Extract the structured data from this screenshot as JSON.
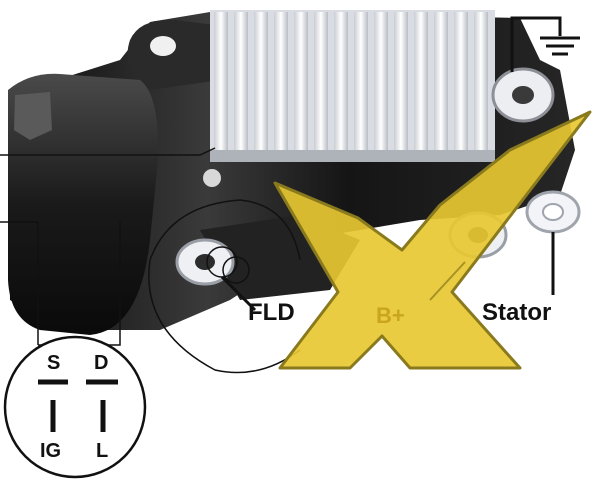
{
  "terminals": {
    "fld": "FLD",
    "b_plus": "B+",
    "stator": "Stator"
  },
  "plug": {
    "top_left": "S",
    "top_right": "D",
    "bottom_left": "IG",
    "bottom_right": "L"
  },
  "colors": {
    "cross_fill": "#e8c832",
    "cross_stroke": "#8a7a1e",
    "heatsink": "#e4e6ea",
    "body": "#1c1c1c",
    "line": "#111111"
  },
  "icons": [
    "ground-symbol-icon",
    "cross-mark-icon"
  ]
}
